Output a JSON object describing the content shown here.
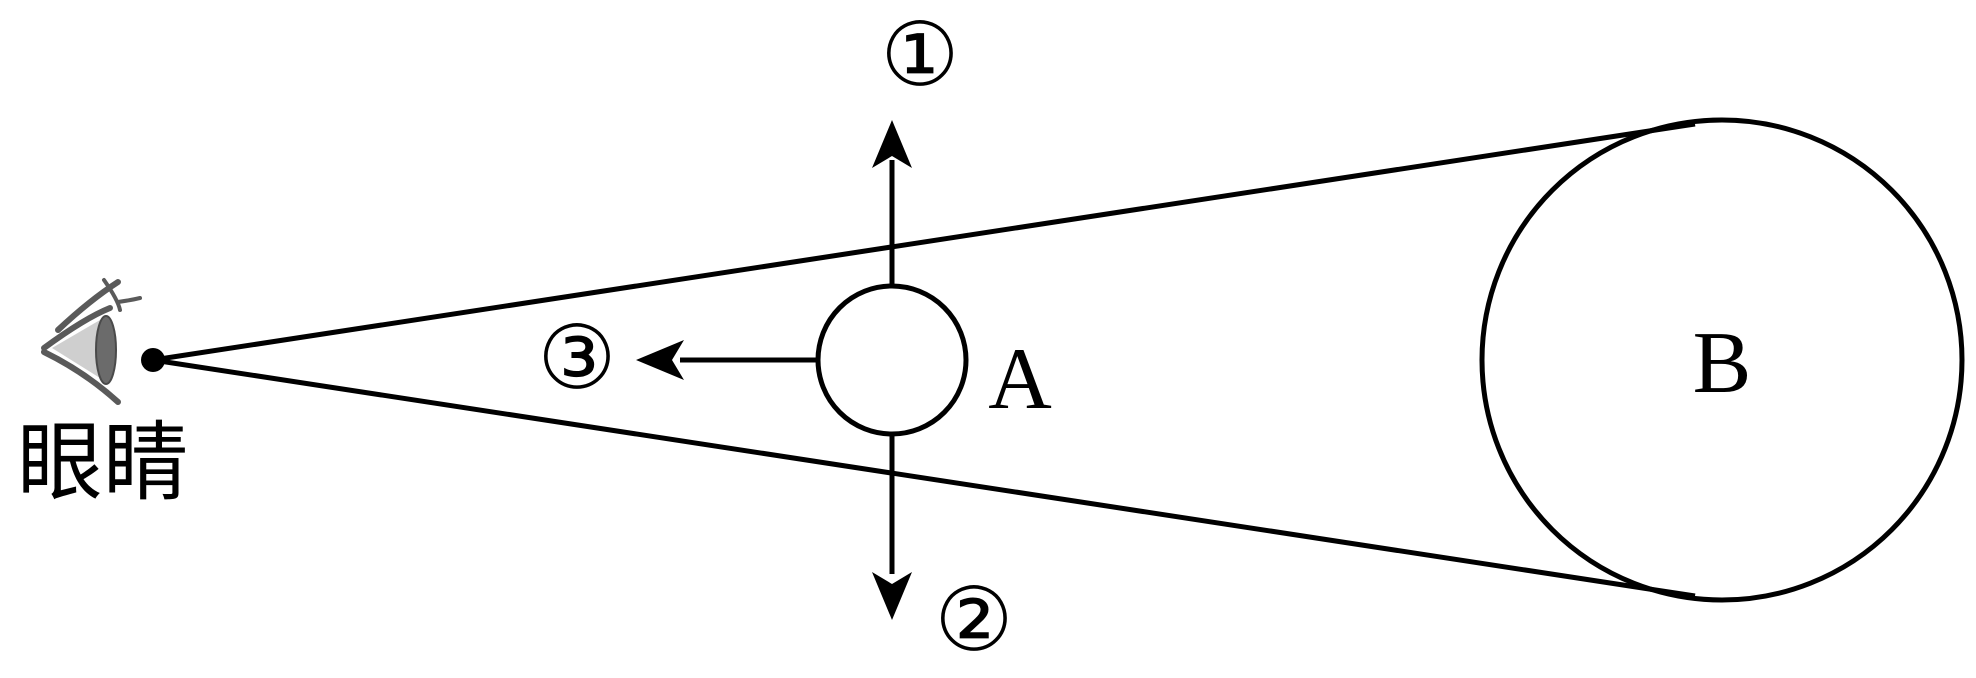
{
  "labels": {
    "small_ball": "A",
    "big_ball": "B",
    "eye": "眼睛",
    "direction_up": "①",
    "direction_down": "②",
    "direction_left": "③"
  },
  "colors": {
    "stroke": "#000000",
    "eye_gray": "#6b6b6b",
    "eye_light": "#c8c8c8",
    "background": "#ffffff"
  },
  "icons": {
    "eye": "eye-icon",
    "arrows": "arrow-head-icon"
  }
}
